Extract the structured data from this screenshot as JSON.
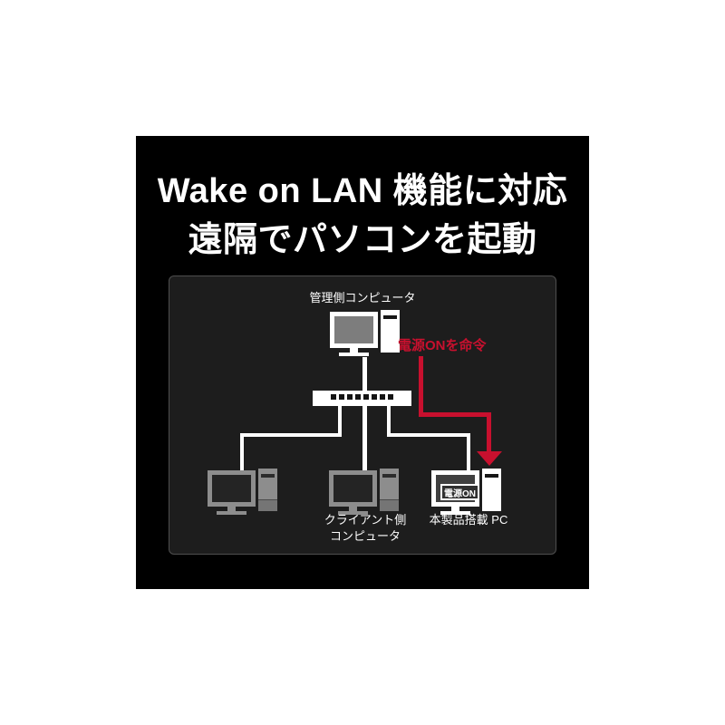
{
  "image": {
    "background": "#ffffff",
    "card_background": "#000000"
  },
  "title": {
    "line1": "Wake on LAN 機能に対応",
    "line2": "遠隔でパソコンを起動",
    "color": "#ffffff"
  },
  "diagram": {
    "panel_background": "#1d1d1d",
    "panel_border_color": "#4e4e4e",
    "cable_color": "#ffffff",
    "accent_red": "#c8102e",
    "admin_computer_label": "管理側コンピュータ",
    "power_command_label": "電源ONを命令",
    "client_label_line1": "クライアント側",
    "client_label_line2": "コンピュータ",
    "product_label": "本製品搭載 PC",
    "power_on_badge": "電源ON",
    "switch": {
      "ports": 8
    }
  }
}
